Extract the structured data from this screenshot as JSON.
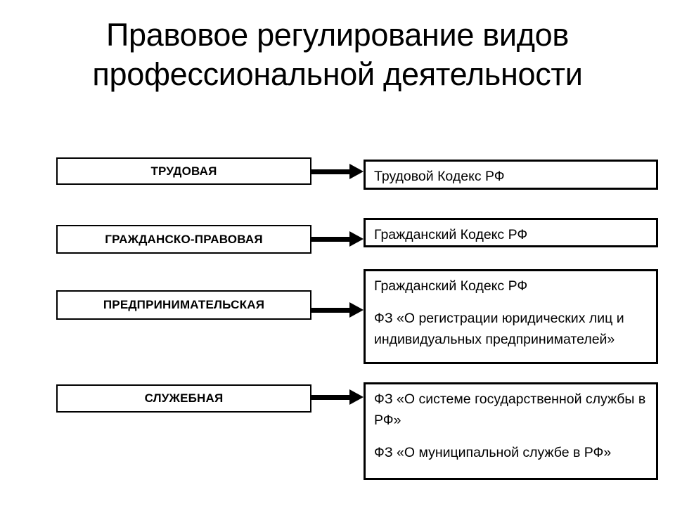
{
  "slide": {
    "title": "Правовое регулирование видов\nпрофессиональной деятельности",
    "background_color": "#ffffff",
    "line_color": "#000000",
    "text_color": "#000000"
  },
  "diagram": {
    "rows": [
      {
        "category": "ТРУДОВАЯ",
        "arrow": "arrow-right",
        "laws": [
          "Трудовой Кодекс РФ"
        ]
      },
      {
        "category": "ГРАЖДАНСКО-ПРАВОВАЯ",
        "arrow": "arrow-right",
        "laws": [
          "Гражданский  Кодекс РФ"
        ]
      },
      {
        "category": "ПРЕДПРИНИМАТЕЛЬСКАЯ",
        "arrow": "arrow-right",
        "laws": [
          "Гражданский Кодекс РФ",
          "ФЗ «О регистрации юридических лиц и индивидуальных предпринимателей»"
        ]
      },
      {
        "category": "СЛУЖЕБНАЯ",
        "arrow": "arrow-right",
        "laws": [
          "ФЗ «О системе государственной службы в РФ»",
          "ФЗ «О муниципальной службе в РФ»"
        ]
      }
    ]
  }
}
